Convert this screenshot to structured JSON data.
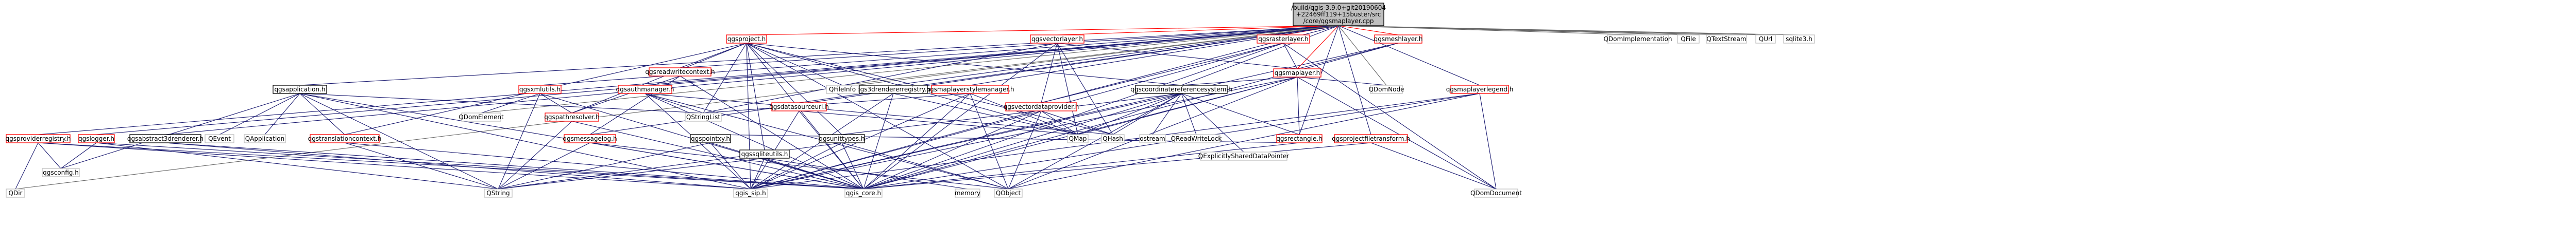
{
  "root": {
    "line1": "/build/qgis-3.9.0+git20190604",
    "line2": "+22469ff119+15buster/src",
    "line3": "/core/qgsmaplayer.cpp"
  },
  "nodes": {
    "qgsmaplayer_h": "qgsmaplayer.h",
    "qgsvectorlayer_h": "qgsvectorlayer.h",
    "qgsrasterlayer_h": "qgsrasterlayer.h",
    "qgsmeshlayer_h": "qgsmeshlayer.h",
    "qgsproject_h": "qgsproject.h",
    "qgsapplication_h": "qgsapplication.h",
    "qgsvectordataprovider_h": "qgsvectordataprovider.h",
    "qgscoordinatereferencesystem_h": "qgscoordinatereferencesystem.h",
    "qgsdatasourceuri_h": "qgsdatasourceuri.h",
    "qgsmaplayerstylemanager_h": "qgsmaplayerstylemanager.h",
    "qgs3drendererregistry_h": "qgs3drendererregistry.h",
    "qgsauthmanager_h": "qgsauthmanager.h",
    "qgsxmlutils_h": "qgsxmlutils.h",
    "qgsproviderregistry_h": "qgsproviderregistry.h",
    "qgslogger_h": "qgslogger.h",
    "qgsabstract3drenderer_h": "qgsabstract3drenderer.h",
    "qgsmaplayerlegend_h": "qgsmaplayerlegend.h",
    "qgsprojectfiletransform_h": "qgsprojectfiletransform.h",
    "qgsrectangle_h": "qgsrectangle.h",
    "qgspointxy_h": "qgspointxy.h",
    "qgsreadwritecontext_h": "qgsreadwritecontext.h",
    "qgstranslationcontext_h": "qgstranslationcontext.h",
    "qgspathresolver_h": "qgspathresolver.h",
    "qgsmessagelog_h": "qgsmessagelog.h",
    "qgssqliteutils_h": "qgssqliteutils.h",
    "qgsunittypes_h": "qgsunittypes.h",
    "qgsconfig_h": "qgsconfig.h",
    "qgis_core_h": "qgis_core.h",
    "qgis_sip_h": "qgis_sip.h",
    "QDomImplementation": "QDomImplementation",
    "QFile": "QFile",
    "QTextStream": "QTextStream",
    "QUrl": "QUrl",
    "sqlite3_h": "sqlite3.h",
    "QFileInfo": "QFileInfo",
    "QDomNode": "QDomNode",
    "QDomElement": "QDomElement",
    "QApplication": "QApplication",
    "QEvent": "QEvent",
    "QDir": "QDir",
    "QStringList": "QStringList",
    "QString": "QString",
    "QMap": "QMap",
    "QHash": "QHash",
    "QObject": "QObject",
    "ostream": "ostream",
    "QReadWriteLock": "QReadWriteLock",
    "QExplicitlySharedDataPointer": "QExplicitlySharedDataPointer",
    "memory": "memory",
    "QDomDocument": "QDomDocument"
  }
}
